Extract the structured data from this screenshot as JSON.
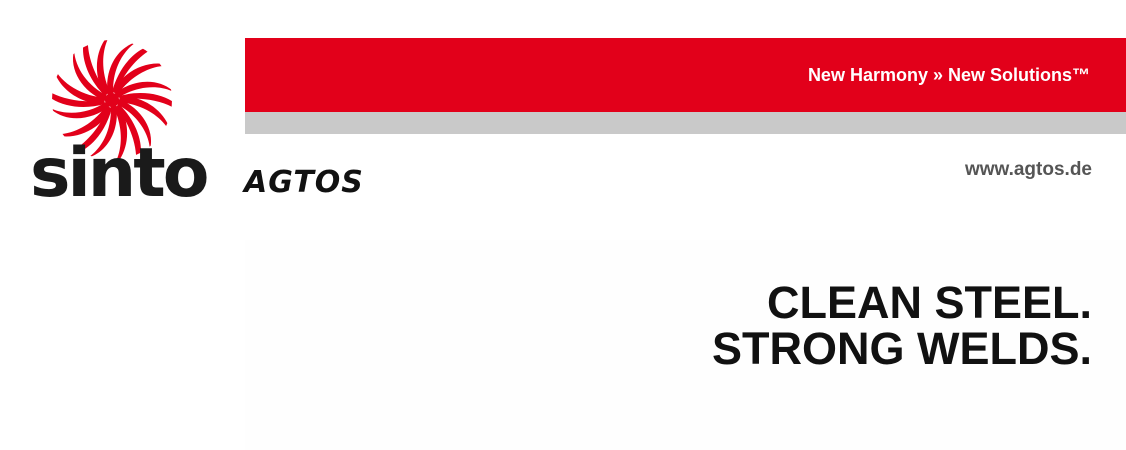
{
  "brand": {
    "sinto_wordmark": "sinto",
    "agtos_wordmark": "AGTOS",
    "logo_icon": "swirl-logo-icon",
    "colors": {
      "red": "#e2001a",
      "gray": "#c9c9c9",
      "text_dark": "#111111",
      "text_gray": "#555555"
    }
  },
  "banner": {
    "tagline": "New Harmony » New Solutions™"
  },
  "header": {
    "website": "www.agtos.de"
  },
  "hero": {
    "headline_line1": "CLEAN STEEL.",
    "headline_line2": "STRONG WELDS."
  }
}
